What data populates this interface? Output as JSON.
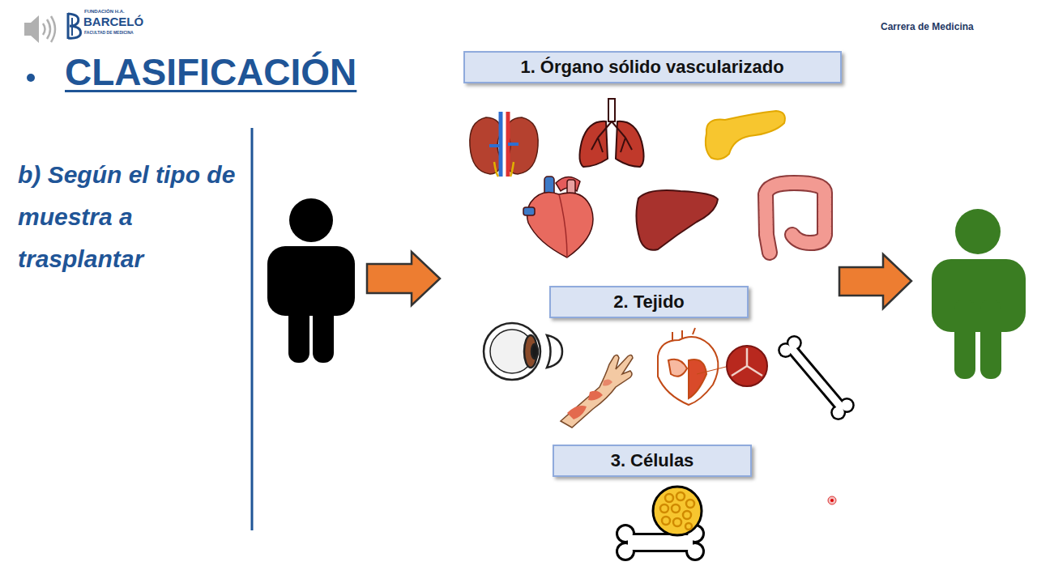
{
  "diagram": {
    "title": "CLASIFICACIÓN",
    "nodes": [
      {
        "text": [
          "1. Órgano sólido vascularizado"
        ]
      },
      {
        "text": [
          "2. Tejido"
        ]
      },
      {
        "text": [
          "3. Células"
        ]
      }
    ],
    "labels": [
      "FUNDACIÓN H.A.",
      "BARCELÓ",
      "FACULTAD DE MEDICINA",
      "Carrera de Medicina",
      "b) Según el tipo de muestra a trasplantar"
    ]
  }
}
